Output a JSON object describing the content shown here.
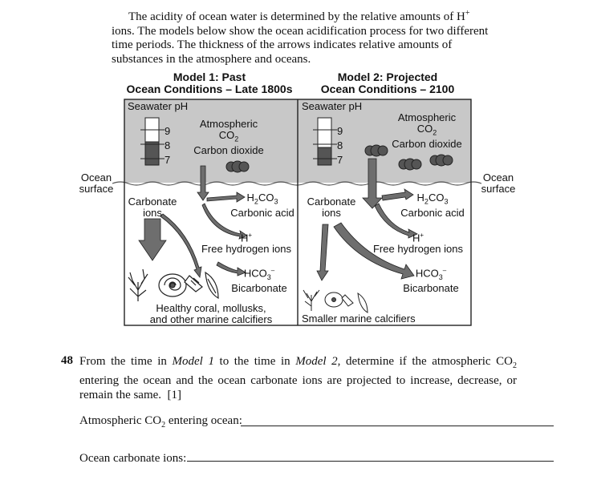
{
  "intro": {
    "line1": "The acidity of ocean water is determined by the relative amounts of H",
    "line1_sup": "+",
    "line1_end": " ions.",
    "rest": "The models below show the ocean acidification process for two different time periods. The thickness of the arrows indicates relative amounts of substances in the atmosphere and oceans."
  },
  "model1": {
    "title_line1": "Model 1: Past",
    "title_line2": "Ocean Conditions – Late 1800s",
    "seawater_ph": "Seawater pH",
    "ph_ticks": [
      "9",
      "8",
      "7"
    ],
    "atm_line1": "Atmospheric",
    "atm_co2": "CO",
    "atm_co2_sub": "2",
    "atm_line3": "Carbon dioxide",
    "carbonate_line1": "Carbonate",
    "carbonate_line2": "ions",
    "h2co3_a": "H",
    "h2co3_sub1": "2",
    "h2co3_b": "CO",
    "h2co3_sub2": "3",
    "carbonic_acid": "Carbonic acid",
    "h_plus": "H",
    "h_plus_sup": "+",
    "free_h": "Free hydrogen ions",
    "hco3": "HCO",
    "hco3_sub": "3",
    "hco3_sup": "–",
    "bicarbonate": "Bicarbonate",
    "caption_line1": "Healthy coral, mollusks,",
    "caption_line2": "and other marine calcifiers"
  },
  "model2": {
    "title_line1": "Model 2: Projected",
    "title_line2": "Ocean Conditions – 2100",
    "seawater_ph": "Seawater pH",
    "ph_ticks": [
      "9",
      "8",
      "7"
    ],
    "atm_line1": "Atmospheric",
    "atm_co2": "CO",
    "atm_co2_sub": "2",
    "atm_line3": "Carbon dioxide",
    "carbonate_line1": "Carbonate",
    "carbonate_line2": "ions",
    "h2co3_a": "H",
    "h2co3_sub1": "2",
    "h2co3_b": "CO",
    "h2co3_sub2": "3",
    "carbonic_acid": "Carbonic acid",
    "h_plus": "H",
    "h_plus_sup": "+",
    "free_h": "Free hydrogen ions",
    "hco3": "HCO",
    "hco3_sub": "3",
    "hco3_sup": "–",
    "bicarbonate": "Bicarbonate",
    "caption": "Smaller marine calcifiers"
  },
  "ocean_surface_left_1": "Ocean",
  "ocean_surface_left_2": "surface",
  "ocean_surface_right_1": "Ocean",
  "ocean_surface_right_2": "surface",
  "question": {
    "number": "48",
    "text_a": "From the time in ",
    "model1": "Model 1",
    "text_b": " to the time in ",
    "model2": "Model 2",
    "text_c": ", determine if the atmospheric CO",
    "sub": "2",
    "text_d": " entering the ocean and the ocean carbonate ions are projected to increase, decrease, or remain the same.",
    "points": "[1]"
  },
  "answers": {
    "atm_label": "Atmospheric CO",
    "atm_sub": "2",
    "atm_label_end": " entering ocean:",
    "carbonate_label": "Ocean carbonate ions:"
  },
  "colors": {
    "atmosphere_gray": "#c8c8c8",
    "arrow_gray": "#6e6e6e"
  }
}
